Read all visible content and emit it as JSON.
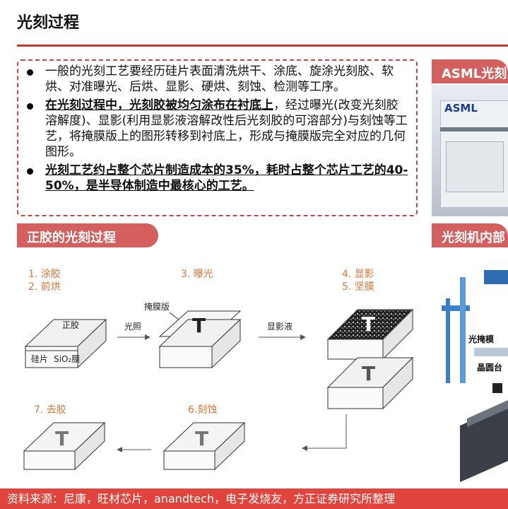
{
  "page": {
    "title": "光刻过程"
  },
  "bullets": [
    {
      "text": "一般的光刻工艺要经历硅片表面清洗烘干、涂底、旋涂光刻胶、软烘、对准曝光、后烘、显影、硬烘、刻蚀、检测等工序。"
    },
    {
      "bold": "在光刻过程中，光刻胶被均匀涂布在衬底上",
      "text": "，经过曝光(改变光刻胶溶解度)、显影(利用显影液溶解改性后光刻胶的可溶部分)与刻蚀等工艺，将掩膜版上的图形转移到衬底上，形成与掩膜版完全对应的几何图形。"
    },
    {
      "bold": "光刻工艺约占整个芯片制造成本的35%，耗时占整个芯片工艺的40-50%，是半导体制造中最核心的工艺。"
    }
  ],
  "asml": {
    "banner": "ASML光刻",
    "logo": "ASML"
  },
  "positive": {
    "banner": "正胶的光刻过程"
  },
  "litho": {
    "banner": "光刻机内部",
    "label_mask": "光掩模",
    "label_stage": "晶圆台"
  },
  "diagram": {
    "step1": "1. 涂胶",
    "step2": "2. 前烘",
    "step3": "3. 曝光",
    "step4": "4. 显影",
    "step5": "5. 坚膜",
    "step6": "6.刻蚀",
    "step7": "7. 去胶",
    "resist": "正胶",
    "wafer": "硅片",
    "oxide": "SiO₂膜",
    "mask": "掩膜版",
    "light": "光照",
    "developer": "显影液",
    "mask_letter": "T"
  },
  "footer": {
    "text": "资料来源：尼康，旺材芯片，anandtech，电子发烧友，方正证券研究所整理"
  },
  "colors": {
    "accent": "#c0392b",
    "banner": "#d35f5f",
    "footer": "#e0443c",
    "step_label": "#d9763a"
  }
}
